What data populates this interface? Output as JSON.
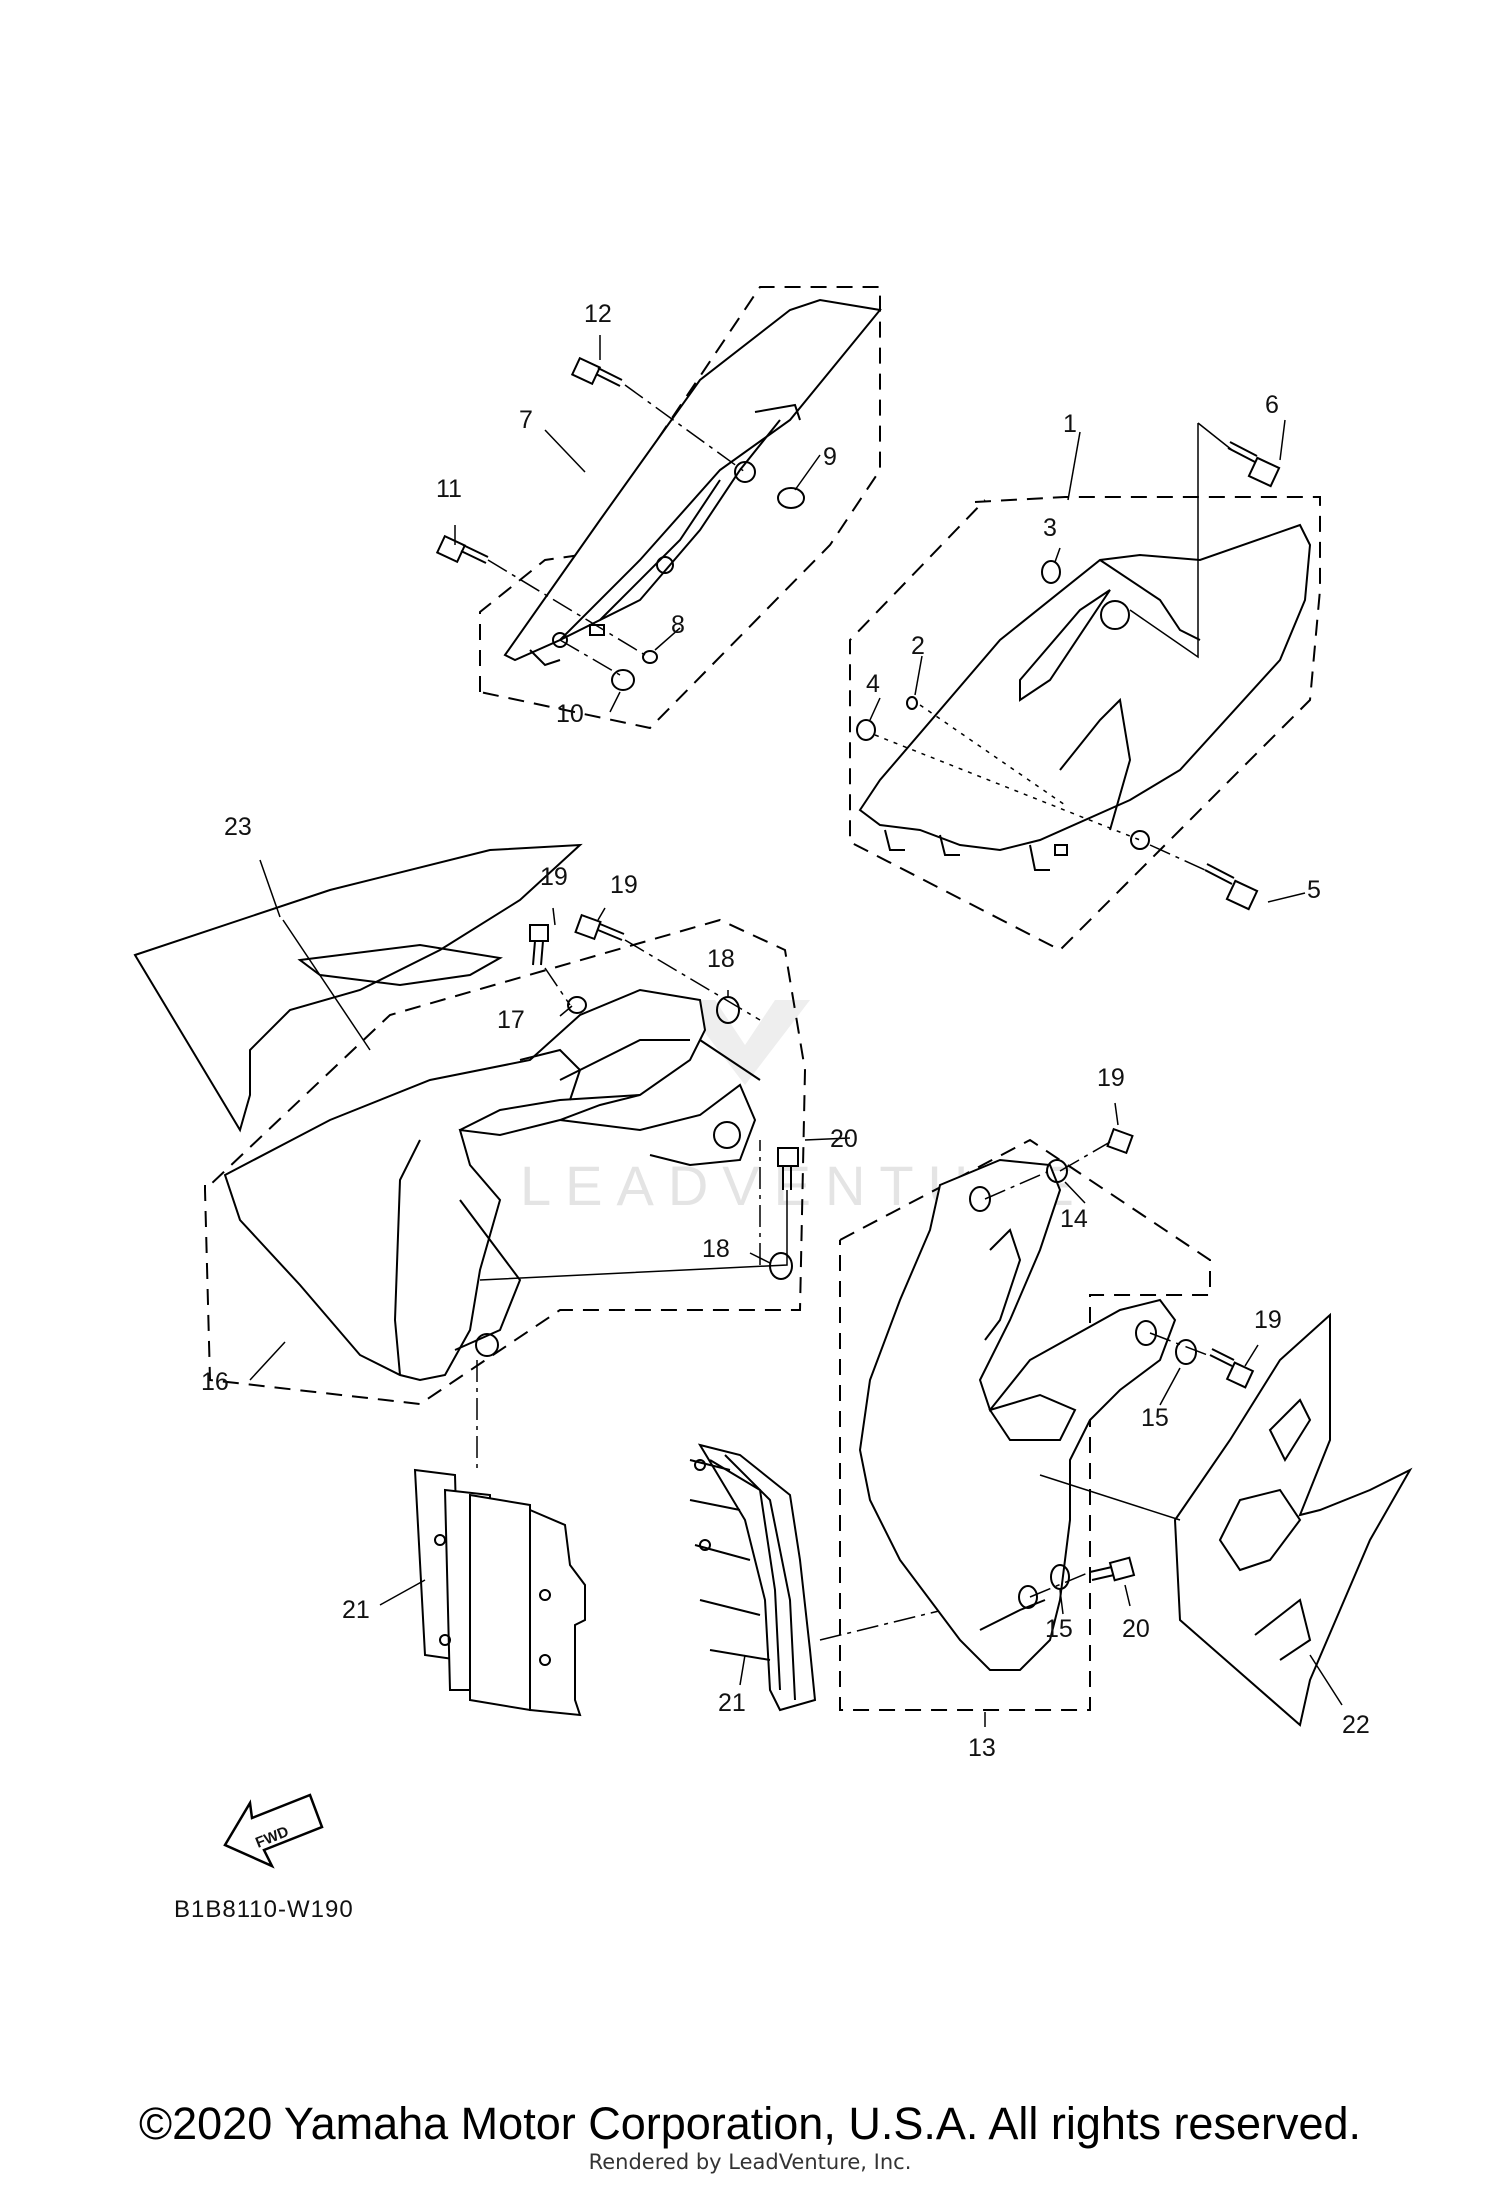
{
  "diagram": {
    "callouts": [
      {
        "id": "c1",
        "text": "1"
      },
      {
        "id": "c2",
        "text": "2"
      },
      {
        "id": "c3",
        "text": "3"
      },
      {
        "id": "c4",
        "text": "4"
      },
      {
        "id": "c5",
        "text": "5"
      },
      {
        "id": "c6",
        "text": "6"
      },
      {
        "id": "c7",
        "text": "7"
      },
      {
        "id": "c8",
        "text": "8"
      },
      {
        "id": "c9",
        "text": "9"
      },
      {
        "id": "c10",
        "text": "10"
      },
      {
        "id": "c11",
        "text": "11"
      },
      {
        "id": "c12",
        "text": "12"
      },
      {
        "id": "c13",
        "text": "13"
      },
      {
        "id": "c14",
        "text": "14"
      },
      {
        "id": "c15a",
        "text": "15"
      },
      {
        "id": "c15b",
        "text": "15"
      },
      {
        "id": "c16",
        "text": "16"
      },
      {
        "id": "c17",
        "text": "17"
      },
      {
        "id": "c18a",
        "text": "18"
      },
      {
        "id": "c18b",
        "text": "18"
      },
      {
        "id": "c19a",
        "text": "19"
      },
      {
        "id": "c19b",
        "text": "19"
      },
      {
        "id": "c19c",
        "text": "19"
      },
      {
        "id": "c19d",
        "text": "19"
      },
      {
        "id": "c20a",
        "text": "20"
      },
      {
        "id": "c20b",
        "text": "20"
      },
      {
        "id": "c21a",
        "text": "21"
      },
      {
        "id": "c21b",
        "text": "21"
      },
      {
        "id": "c22",
        "text": "22"
      },
      {
        "id": "c23",
        "text": "23"
      }
    ],
    "fwd_label": "FWD",
    "diagram_code": "B1B8110-W190",
    "watermark": "LEADVENTURE"
  },
  "copyright": "©2020 Yamaha Motor Corporation, U.S.A. All rights reserved.",
  "rendered_by": "Rendered by LeadVenture, Inc."
}
